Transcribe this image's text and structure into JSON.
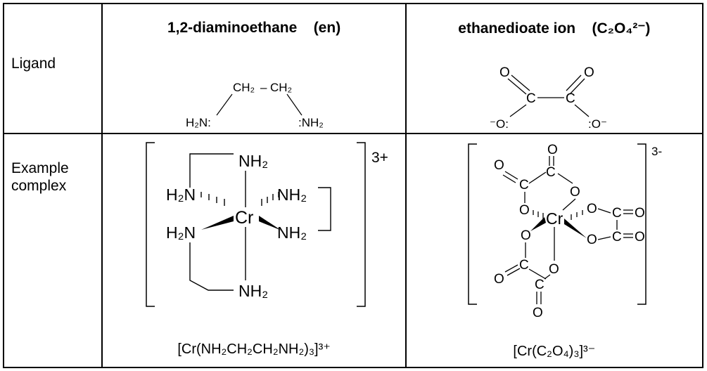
{
  "rows": {
    "ligand_label": "Ligand",
    "example_label": "Example complex"
  },
  "en": {
    "name": "1,2-diaminoethane",
    "abbrev": "(en)",
    "structure": {
      "left_carbon": "CH₂",
      "bond_dash": "–",
      "right_carbon": "CH₂",
      "left_amine": "H₂N:",
      "right_amine": ":NH₂"
    },
    "complex": {
      "metal": "Cr",
      "amine": "NH₂",
      "amine_left": "H₂N",
      "charge": "3+",
      "formula": "[Cr(NH₂CH₂CH₂NH₂)₃]³⁺"
    }
  },
  "ox": {
    "name": "ethanedioate ion",
    "formula_label": "(C₂O₄²⁻)",
    "structure": {
      "carbonyl_o": "O",
      "carbon": "C",
      "left_oxide": "⁻O:",
      "right_oxide": ":O⁻"
    },
    "complex": {
      "metal": "Cr",
      "o": "O",
      "c": "C",
      "charge": "3-",
      "formula": "[Cr(C₂O₄)₃]³⁻"
    }
  }
}
